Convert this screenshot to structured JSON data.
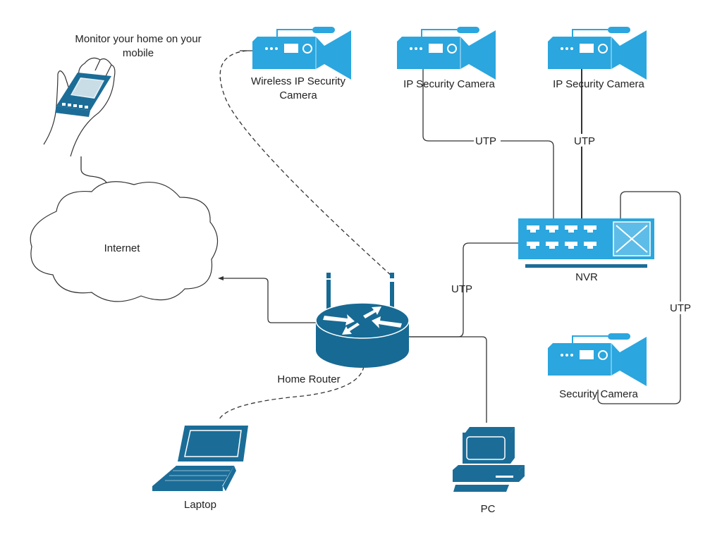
{
  "colors": {
    "camera": "#2ba6de",
    "device": "#1b6d98",
    "router": "#176a93",
    "line": "#333333"
  },
  "nodes": {
    "mobile": {
      "label_line1": "Monitor your home on your",
      "label_line2": "mobile",
      "icon": "hand-holding-phone-icon"
    },
    "internet": {
      "label": "Internet",
      "icon": "cloud-icon"
    },
    "wireless_camera": {
      "label_line1": "Wireless IP Security",
      "label_line2": "Camera",
      "icon": "video-camera-icon"
    },
    "ip_camera_1": {
      "label": "IP Security Camera",
      "icon": "video-camera-icon"
    },
    "ip_camera_2": {
      "label": "IP Security Camera",
      "icon": "video-camera-icon"
    },
    "security_camera": {
      "label": "Security Camera",
      "icon": "video-camera-icon"
    },
    "nvr": {
      "label": "NVR",
      "icon": "nvr-switch-icon"
    },
    "router": {
      "label": "Home Router",
      "icon": "wireless-router-icon"
    },
    "laptop": {
      "label": "Laptop",
      "icon": "laptop-icon"
    },
    "pc": {
      "label": "PC",
      "icon": "desktop-pc-icon"
    }
  },
  "edges": [
    {
      "from": "mobile",
      "to": "internet",
      "style": "solid"
    },
    {
      "from": "router",
      "to": "internet",
      "style": "solid-arrow"
    },
    {
      "from": "wireless_camera",
      "to": "router",
      "style": "dashed"
    },
    {
      "from": "ip_camera_1",
      "to": "nvr",
      "style": "solid",
      "label": "UTP"
    },
    {
      "from": "ip_camera_2",
      "to": "nvr",
      "style": "solid",
      "label": "UTP"
    },
    {
      "from": "nvr",
      "to": "router",
      "style": "solid",
      "label": "UTP"
    },
    {
      "from": "nvr",
      "to": "security_camera",
      "style": "solid",
      "label": "UTP"
    },
    {
      "from": "router",
      "to": "pc",
      "style": "solid"
    },
    {
      "from": "router",
      "to": "laptop",
      "style": "dashed"
    }
  ]
}
